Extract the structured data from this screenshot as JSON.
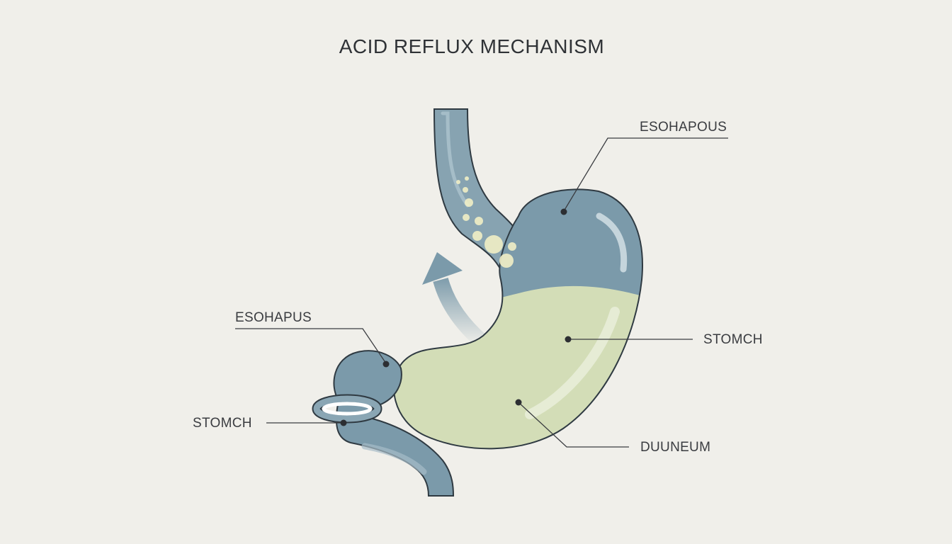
{
  "title": "ACID REFLUX MECHANISM",
  "labels": {
    "esophagus_top": "ESOHAPOUS",
    "esophagus_left": "ESOHAPUS",
    "stomach_right": "STOMCH",
    "stomach_left": "STOMCH",
    "duodenum": "DUUNEUM"
  },
  "colors": {
    "background": "#f0efea",
    "organ_blue": "#7b9aaa",
    "acid_green": "#d3ddb7",
    "outline": "#2f3a42",
    "leader_line": "#3a3c40",
    "bubbles": "#f1efc6"
  }
}
